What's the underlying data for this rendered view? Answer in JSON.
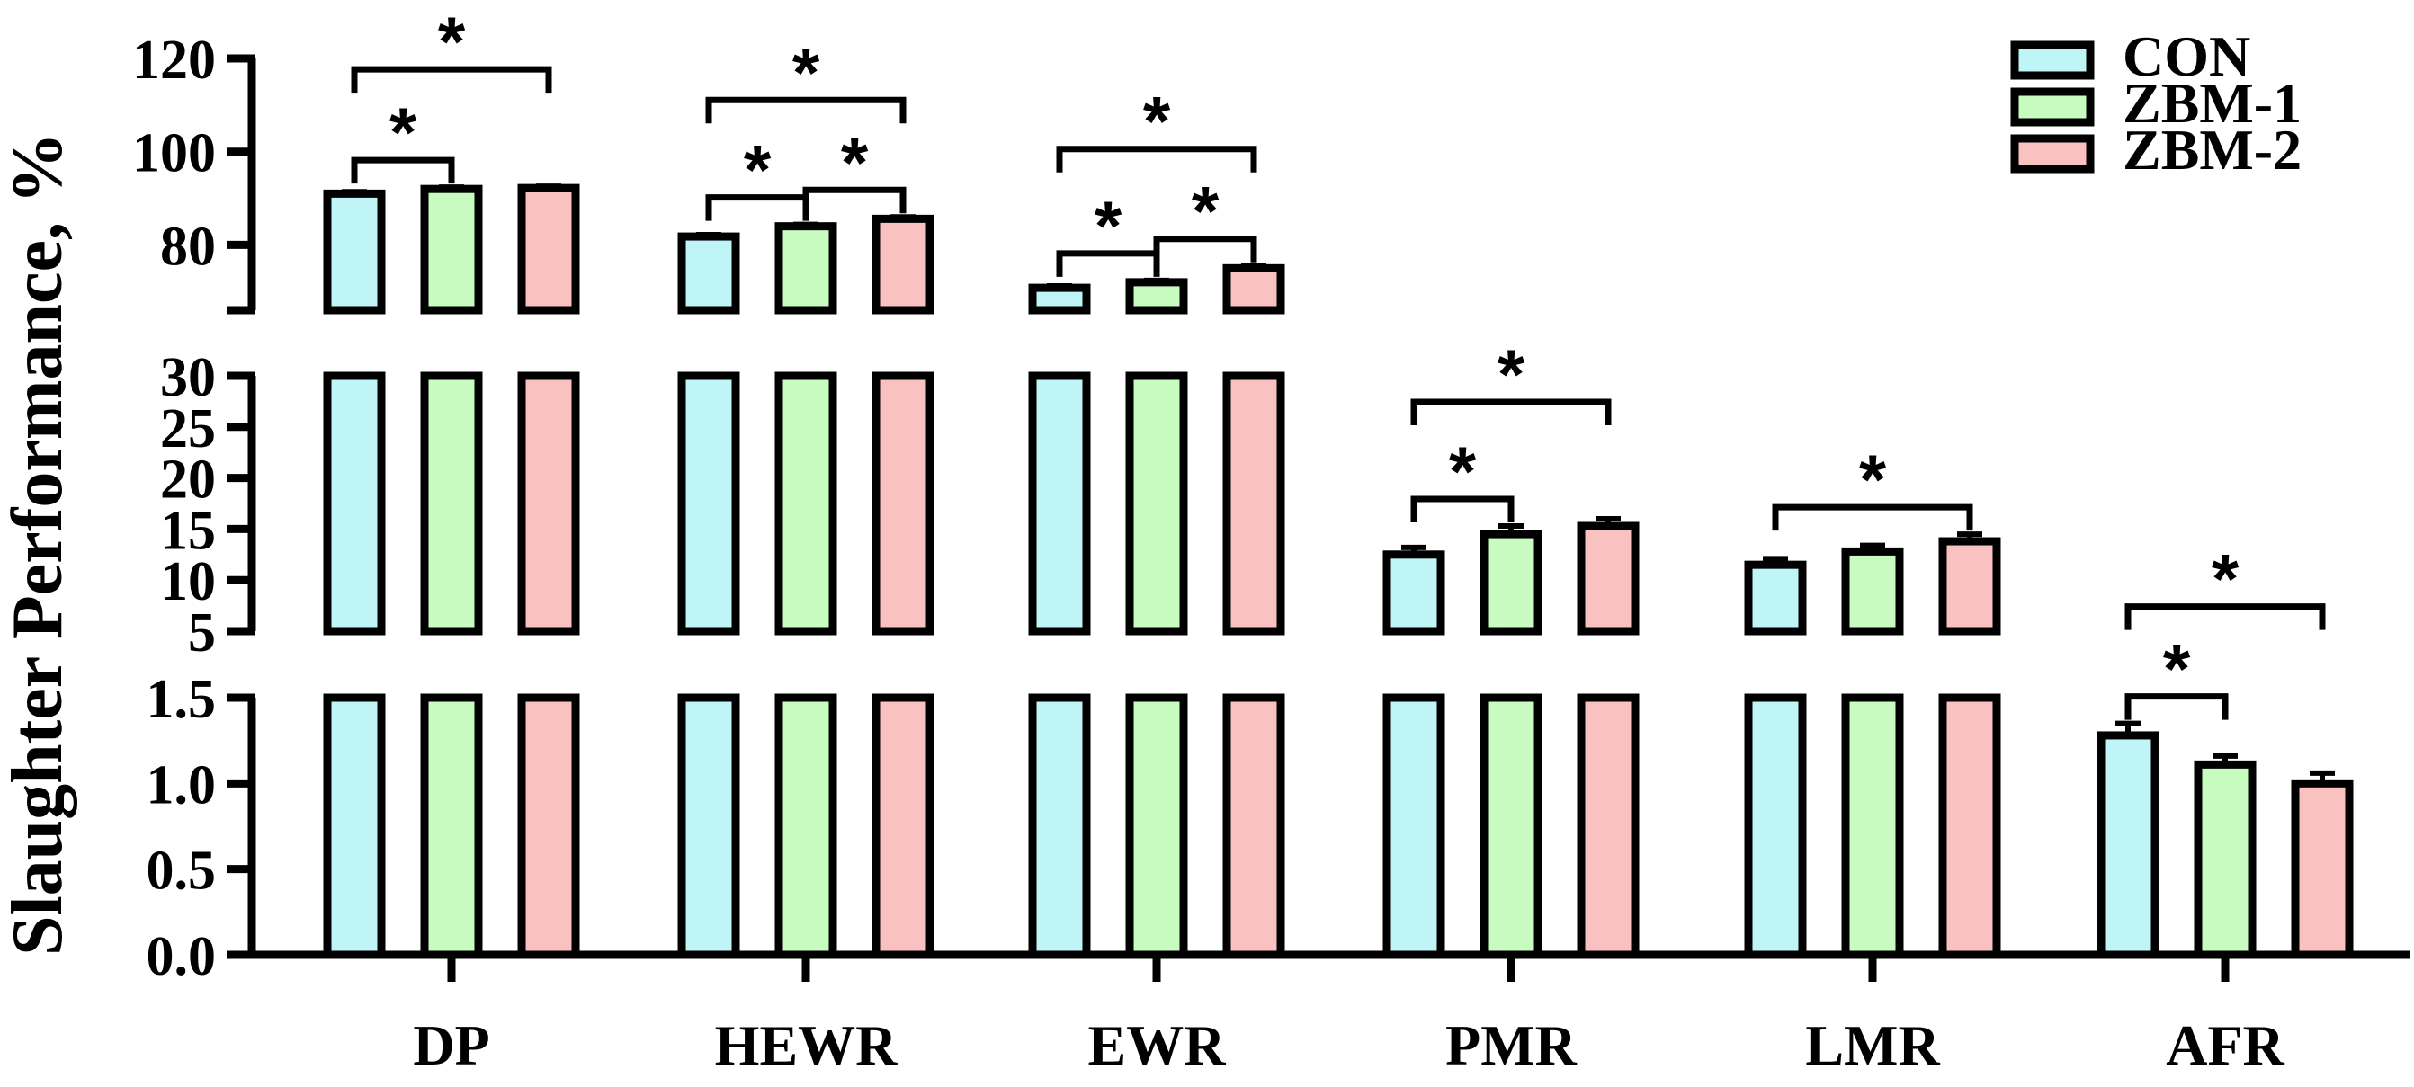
{
  "chart_data": {
    "type": "bar",
    "ylabel": "Slaughter Performance, %",
    "categories": [
      "DP",
      "HEWR",
      "EWR",
      "PMR",
      "LMR",
      "AFR"
    ],
    "series": [
      {
        "name": "CON",
        "color": "#bff5f7",
        "values": [
          91.0,
          81.8,
          70.8,
          12.5,
          11.5,
          1.28
        ],
        "errors": [
          0.4,
          0.4,
          0.4,
          0.7,
          0.6,
          0.07
        ]
      },
      {
        "name": "ZBM-1",
        "color": "#c8fbc0",
        "values": [
          92.0,
          84.0,
          72.0,
          14.5,
          12.8,
          1.11
        ],
        "errors": [
          0.4,
          0.4,
          0.4,
          0.8,
          0.6,
          0.05
        ]
      },
      {
        "name": "ZBM-2",
        "color": "#f9c2c0",
        "values": [
          92.2,
          85.6,
          75.0,
          15.3,
          13.8,
          1.0
        ],
        "errors": [
          0.4,
          0.4,
          0.5,
          0.7,
          0.7,
          0.06
        ]
      }
    ],
    "axis_segments": [
      {
        "range": [
          0,
          1.5
        ],
        "ticks": [
          "0.0",
          "0.5",
          "1.0",
          "1.5"
        ],
        "tick_values": [
          0,
          0.5,
          1.0,
          1.5
        ]
      },
      {
        "range": [
          5,
          30
        ],
        "ticks": [
          "5",
          "10",
          "15",
          "20",
          "25",
          "30"
        ],
        "tick_values": [
          5,
          10,
          15,
          20,
          25,
          30
        ]
      },
      {
        "range": [
          66,
          120
        ],
        "ticks": [
          "80",
          "100",
          "120"
        ],
        "tick_values": [
          80,
          100,
          120
        ]
      }
    ],
    "significance": [
      {
        "category": "DP",
        "from": 0,
        "to": 1,
        "label": "*"
      },
      {
        "category": "DP",
        "from": 0,
        "to": 2,
        "label": "*"
      },
      {
        "category": "HEWR",
        "from": 0,
        "to": 1,
        "label": "*"
      },
      {
        "category": "HEWR",
        "from": 1,
        "to": 2,
        "label": "*"
      },
      {
        "category": "HEWR",
        "from": 0,
        "to": 2,
        "label": "*"
      },
      {
        "category": "EWR",
        "from": 0,
        "to": 1,
        "label": "*"
      },
      {
        "category": "EWR",
        "from": 1,
        "to": 2,
        "label": "*"
      },
      {
        "category": "EWR",
        "from": 0,
        "to": 2,
        "label": "*"
      },
      {
        "category": "PMR",
        "from": 0,
        "to": 1,
        "label": "*"
      },
      {
        "category": "PMR",
        "from": 0,
        "to": 2,
        "label": "*"
      },
      {
        "category": "LMR",
        "from": 0,
        "to": 2,
        "label": "*"
      },
      {
        "category": "AFR",
        "from": 0,
        "to": 1,
        "label": "*"
      },
      {
        "category": "AFR",
        "from": 0,
        "to": 2,
        "label": "*"
      }
    ],
    "legend": {
      "position": "top-right",
      "entries": [
        "CON",
        "ZBM-1",
        "ZBM-2"
      ]
    },
    "grid": false
  }
}
